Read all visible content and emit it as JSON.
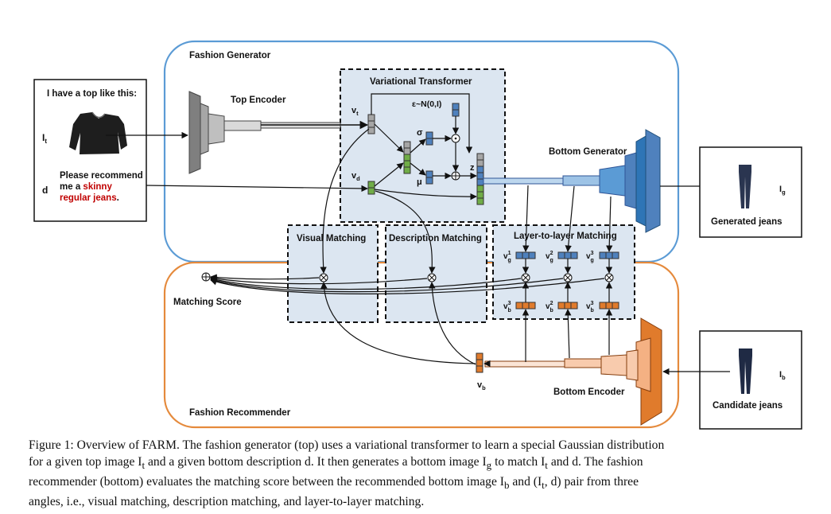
{
  "sections": {
    "generator": "Fashion Generator",
    "recommender": "Fashion Recommender",
    "variational": "Variational Transformer",
    "visual": "Visual Matching",
    "description": "Description Matching",
    "layer": "Layer-to-layer Matching"
  },
  "input": {
    "header": "I have a top like this:",
    "image_label": "I",
    "image_sub": "t",
    "d_label": "d",
    "request_line1": "Please recommend",
    "request_line2a": "me a ",
    "request_highlight1": "skinny",
    "request_highlight2": "regular jeans",
    "request_end": "."
  },
  "modules": {
    "top_encoder": "Top Encoder",
    "bottom_generator": "Bottom Generator",
    "bottom_encoder": "Bottom Encoder",
    "matching_score": "Matching Score"
  },
  "variables": {
    "vt": "v",
    "vt_sub": "t",
    "vd": "v",
    "vd_sub": "d",
    "epsilon": "ε~N(0,I)",
    "sigma": "σ",
    "mu": "μ",
    "z": "z",
    "vb": "v",
    "vb_sub": "b",
    "vg": "v",
    "g_sub": "g",
    "b_sub": "b",
    "sup1": "1",
    "sup2": "2",
    "sup3": "3"
  },
  "outputs": {
    "generated_label": "Generated jeans",
    "generated_img": "I",
    "generated_sub": "g",
    "candidate_label": "Candidate jeans",
    "candidate_img": "I",
    "candidate_sub": "b"
  },
  "symbols": {
    "oplus": "⊕",
    "otimes": "⊗",
    "odot": "⊙"
  },
  "colors": {
    "generator_border": "#5b9bd5",
    "recommender_border": "#e58a3c",
    "dashed_fill": "#dce6f1",
    "blue_block": "#4f81bd",
    "orange_block": "#e07b2c",
    "green_block": "#70ad47",
    "gray_block": "#a6a6a6",
    "highlight_text": "#c00000"
  },
  "caption": {
    "p1": "Figure 1: Overview of FARM. The fashion generator (top) uses a variational transformer to learn a special Gaussian distribution",
    "p2": "for a given top image I",
    "p2s": "t",
    "p3": " and a given bottom description d. It then generates a bottom image I",
    "p3s": "g",
    "p4": " to match I",
    "p4s": "t",
    "p5": " and d. The fashion",
    "p6": "recommender (bottom) evaluates the matching score between the recommended bottom image I",
    "p6s": "b",
    "p7": " and (I",
    "p7s": "t",
    "p8": ", d) pair from three",
    "p9": "angles, i.e., visual matching, description matching, and layer-to-layer matching."
  }
}
